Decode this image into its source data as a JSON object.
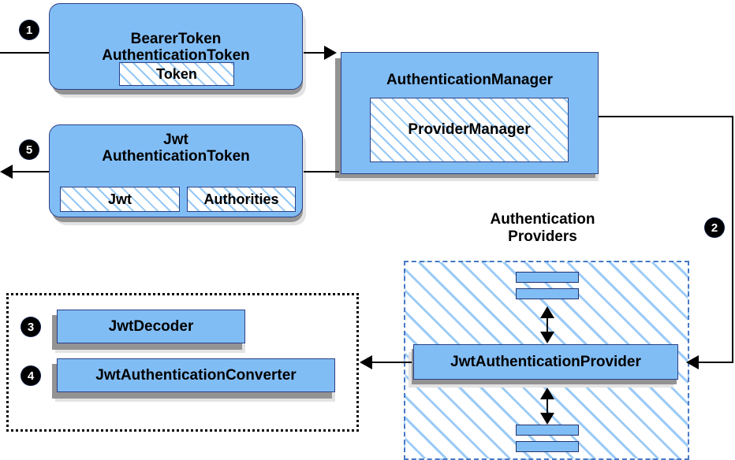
{
  "diagram": {
    "title_text_visible": false,
    "colors": {
      "box_fill": "#81bdf5",
      "box_border": "#2a3f86",
      "hatch_line": "#82bef5",
      "provider_region_border": "#4679c4",
      "decoder_region_border": "#000000",
      "badge_fill": "#000000",
      "badge_text": "#ffffff",
      "connector": "#000000",
      "shadow_dark": "#939393",
      "shadow_light": "#e3e3e3"
    },
    "badges": [
      {
        "id": "badge-1",
        "label": "❶",
        "number": "1"
      },
      {
        "id": "badge-5",
        "label": "❺",
        "number": "5"
      },
      {
        "id": "badge-2",
        "label": "❷",
        "number": "2"
      },
      {
        "id": "badge-3",
        "label": "❸",
        "number": "3"
      },
      {
        "id": "badge-4",
        "label": "❹",
        "number": "4"
      }
    ],
    "nodes": {
      "bearer_token": {
        "title_line1": "BearerToken",
        "title_line2": "AuthenticationToken",
        "slot_token": "Token"
      },
      "jwt_token": {
        "title_line1": "Jwt",
        "title_line2": "AuthenticationToken",
        "slot_jwt": "Jwt",
        "slot_authorities": "Authorities"
      },
      "authentication_manager": {
        "title": "AuthenticationManager",
        "inner": "ProviderManager"
      },
      "authentication_providers": {
        "label_line1": "Authentication",
        "label_line2": "Providers",
        "provider": "JwtAuthenticationProvider"
      },
      "decoder_group": {
        "decoder": "JwtDecoder",
        "converter": "JwtAuthenticationConverter"
      }
    }
  }
}
